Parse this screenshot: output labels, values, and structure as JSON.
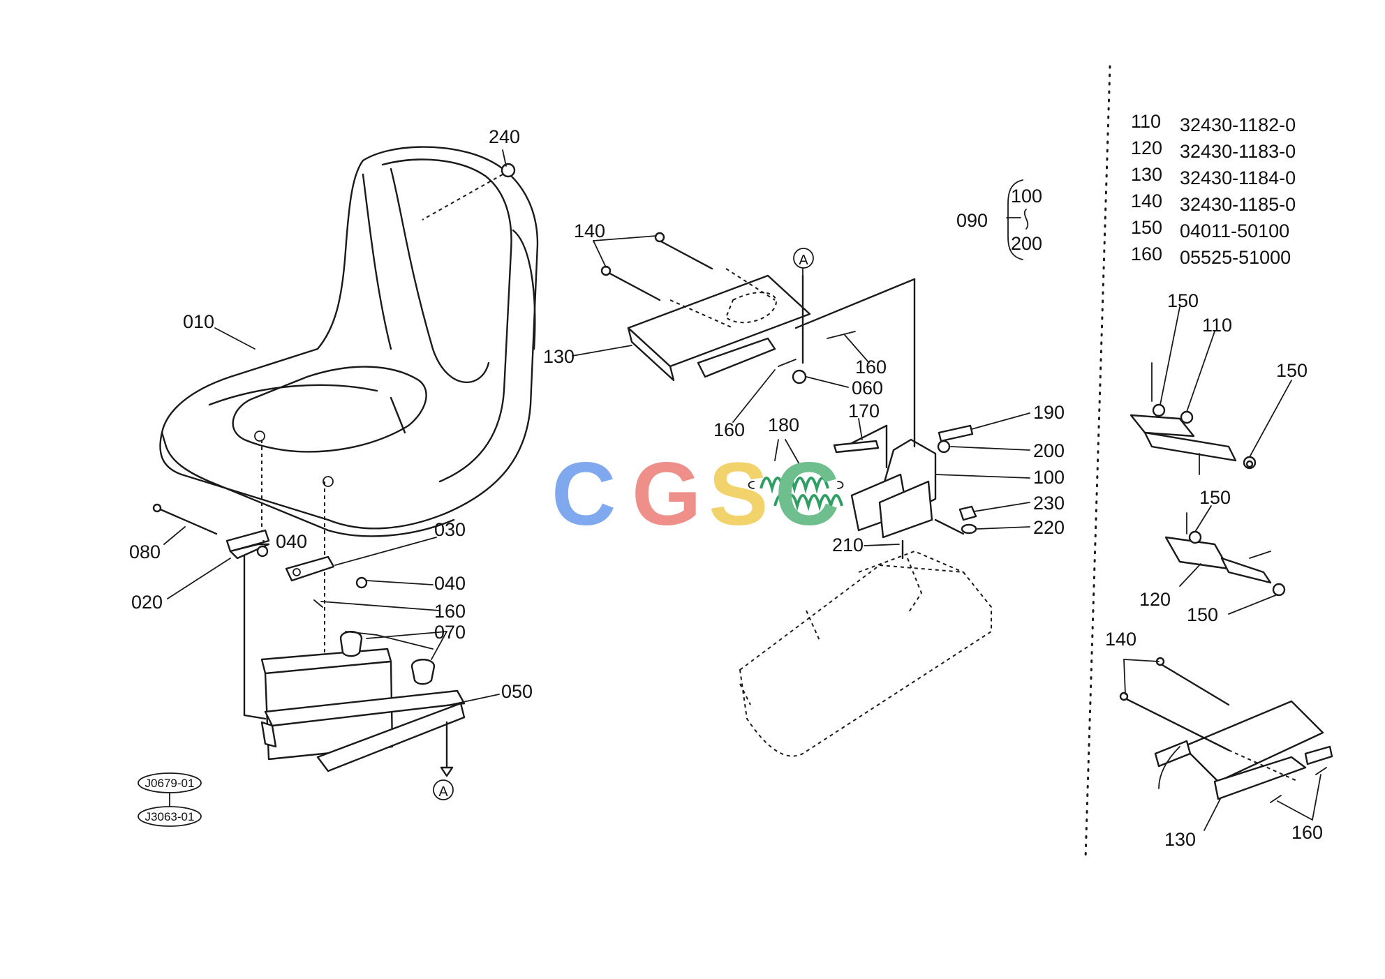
{
  "parts_table": [
    {
      "ref": "110",
      "part_no": "32430-1182-0"
    },
    {
      "ref": "120",
      "part_no": "32430-1183-0"
    },
    {
      "ref": "130",
      "part_no": "32430-1184-0"
    },
    {
      "ref": "140",
      "part_no": "32430-1185-0"
    },
    {
      "ref": "150",
      "part_no": "04011-50100"
    },
    {
      "ref": "160",
      "part_no": "05525-51000"
    }
  ],
  "bracket": {
    "ref": "090",
    "top": "100",
    "bottom": "200"
  },
  "callouts": {
    "c240": "240",
    "c010": "010",
    "c080": "080",
    "c040a": "040",
    "c020": "020",
    "c030": "030",
    "c040b": "040",
    "c160c": "160",
    "c070": "070",
    "c050": "050",
    "c140": "140",
    "c130": "130",
    "c160a": "160",
    "c060": "060",
    "c160b": "160",
    "c180": "180",
    "c170": "170",
    "c190": "190",
    "c200": "200",
    "c100": "100",
    "c230": "230",
    "c220": "220",
    "c210": "210",
    "c150a": "150",
    "c110": "110",
    "c150b": "150",
    "c150c": "150",
    "c120": "120",
    "c150d": "150",
    "c140b": "140",
    "c130b": "130",
    "c160d": "160"
  },
  "markers": {
    "a1": "A",
    "a2": "A"
  },
  "codes": {
    "top": "J0679-01",
    "bottom": "J3063-01"
  },
  "watermark": {
    "letters": [
      "C",
      "G",
      "S",
      "C"
    ],
    "colors": [
      "#7fa8ee",
      "#ee8f8a",
      "#f2d36b",
      "#6fbf8e"
    ]
  }
}
